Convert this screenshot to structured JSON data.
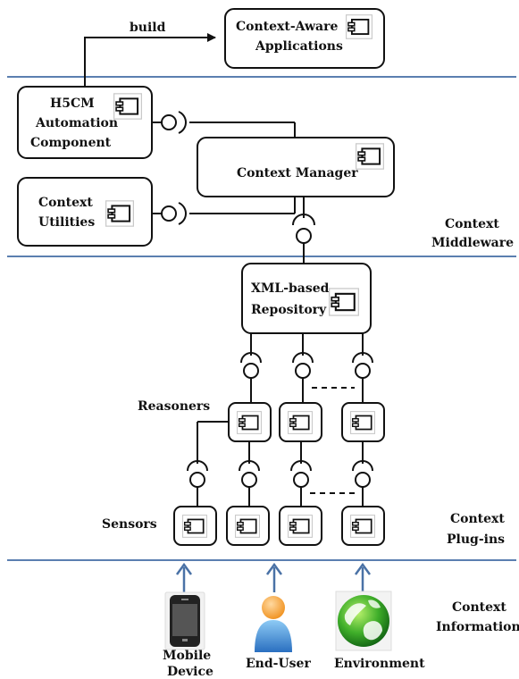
{
  "edges": {
    "build": "build"
  },
  "components": {
    "context_aware_apps": [
      "Context-Aware",
      "Applications"
    ],
    "h5cm": [
      "H5CM",
      "Automation",
      "Component"
    ],
    "context_manager": "Context Manager",
    "context_utilities": [
      "Context",
      "Utilities"
    ],
    "xml_repository": [
      "XML-based",
      "Repository"
    ]
  },
  "groups": {
    "reasoners": "Reasoners",
    "sensors": "Sensors"
  },
  "layers": {
    "middleware": [
      "Context",
      "Middleware"
    ],
    "plugins": [
      "Context",
      "Plug-ins"
    ],
    "information": [
      "Context",
      "Information"
    ]
  },
  "sources": {
    "mobile": [
      "Mobile",
      "Device"
    ],
    "end_user": "End-User",
    "environment": "Environment"
  },
  "colors": {
    "divider": "#5b7fb0",
    "arrow": "#4a72a6",
    "box_border": "#111111"
  },
  "icons": [
    "component-icon",
    "mobile-phone-icon",
    "person-icon",
    "globe-icon"
  ]
}
